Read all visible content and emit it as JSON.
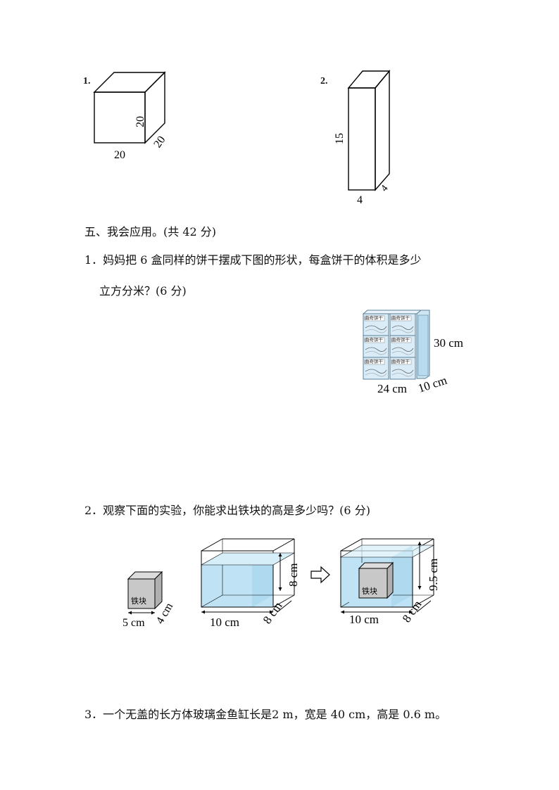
{
  "figures_top": {
    "fig1": {
      "number": "1.",
      "label_height": "20",
      "label_depth": "20",
      "label_width": "20"
    },
    "fig2": {
      "number": "2.",
      "label_height": "15",
      "label_width": "4",
      "label_depth": "4"
    }
  },
  "section": {
    "title": "五、我会应用。(共 42 分)"
  },
  "questions": [
    {
      "line1": "1．妈妈把 6 盒同样的饼干摆成下图的形状，每盒饼干的体积是多少",
      "line2": "立方分米？(6 分)",
      "figure": {
        "box_label": "曲奇饼干",
        "label_height": "30 cm",
        "label_width": "24 cm",
        "label_depth": "10 cm",
        "colors": {
          "box_fill": "#d9ecf7",
          "box_stroke": "#5a7f95"
        }
      }
    },
    {
      "line1": "2．观察下面的实验，你能求出铁块的高是多少吗？(6 分)",
      "figure": {
        "iron_label": "铁块",
        "iron_width": "5 cm",
        "iron_depth": "4 cm",
        "tank1": {
          "length": "10 cm",
          "width": "8 cm",
          "water_height": "8 cm"
        },
        "tank2": {
          "length": "10 cm",
          "width": "8 cm",
          "water_height": "9.5 cm"
        },
        "colors": {
          "water": "#bfe3f4",
          "iron": "#c8c8c8"
        }
      }
    },
    {
      "line1": "3．一个无盖的长方体玻璃金鱼缸长是2 m，宽是 40 cm，高是 0.6 m。"
    }
  ]
}
